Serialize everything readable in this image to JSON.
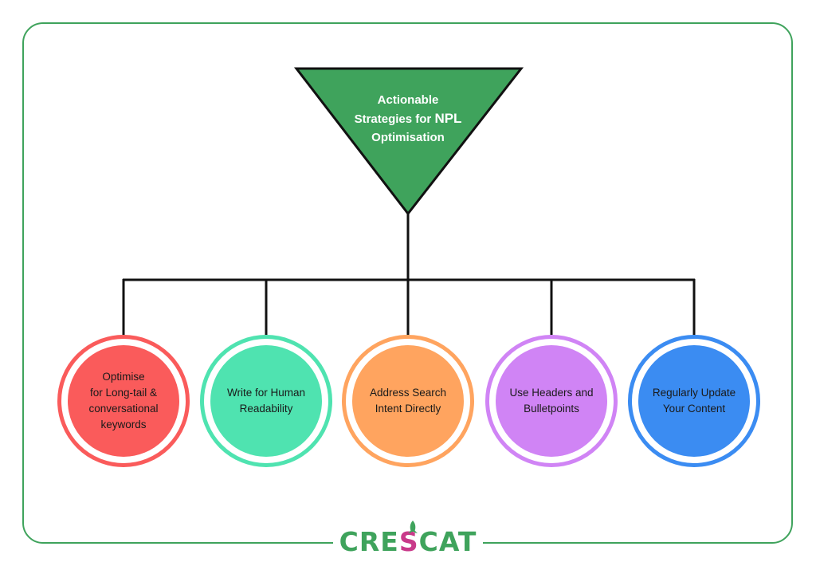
{
  "title": {
    "line1": "Actionable",
    "line2_prefix": "Strategies for ",
    "line2_bold": "NPL",
    "line3": "Optimisation"
  },
  "colors": {
    "frame": "#3fa35c",
    "triangle": "#3fa35c",
    "lines": "#111111"
  },
  "strategies": [
    {
      "label": "Optimise\nfor Long-tail &\nconversational\nkeywords",
      "fill": "#fa5b5b",
      "ring": "#fa5b5b"
    },
    {
      "label": "Write for Human\nReadability",
      "fill": "#4fe3b0",
      "ring": "#4fe3b0"
    },
    {
      "label": "Address Search\nIntent Directly",
      "fill": "#ffa45f",
      "ring": "#ffa45f"
    },
    {
      "label": "Use Headers and\nBulletpoints",
      "fill": "#d084f5",
      "ring": "#d084f5"
    },
    {
      "label": "Regularly Update\nYour Content",
      "fill": "#3b8cf2",
      "ring": "#3b8cf2"
    }
  ],
  "brand": {
    "name_left": "CRE",
    "name_s": "S",
    "name_right": "CAT",
    "icon": "rocket-icon"
  }
}
